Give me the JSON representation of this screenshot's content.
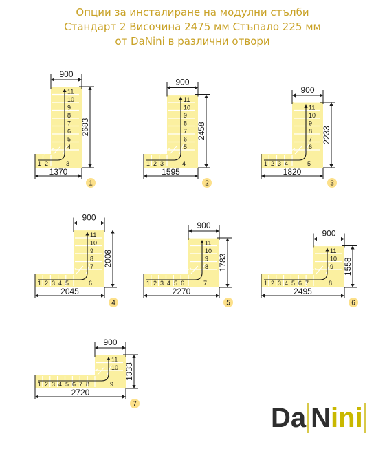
{
  "title": {
    "line1": "Опции за инсталиране на модулни стълби",
    "line2": "Стандарт 2 Височина 2475 мм Стъпало 225 мм",
    "line3": "от DaNini в различни отвори"
  },
  "colors": {
    "step_fill": "#fbf0a0",
    "step_line": "#ffffff",
    "ink": "#1a1a1a",
    "title": "#c9a227",
    "badge": "#fce08a",
    "logo_dark": "#2e2e2e",
    "logo_accent": "#c9b800"
  },
  "options": [
    {
      "id": "1",
      "badge": "1",
      "width_label": "900",
      "length_label": "1370",
      "height_label": "2683",
      "bottom_steps": [
        "1",
        "2",
        "3"
      ],
      "flight_steps": [
        "4",
        "5",
        "6",
        "7",
        "8",
        "9",
        "10",
        "11"
      ]
    },
    {
      "id": "2",
      "badge": "2",
      "width_label": "900",
      "length_label": "1595",
      "height_label": "2458",
      "bottom_steps": [
        "1",
        "2",
        "3",
        "4"
      ],
      "flight_steps": [
        "5",
        "6",
        "7",
        "8",
        "9",
        "10",
        "11"
      ]
    },
    {
      "id": "3",
      "badge": "3",
      "width_label": "900",
      "length_label": "1820",
      "height_label": "2233",
      "bottom_steps": [
        "1",
        "2",
        "3",
        "4",
        "5"
      ],
      "flight_steps": [
        "6",
        "7",
        "8",
        "9",
        "10",
        "11"
      ]
    },
    {
      "id": "4",
      "badge": "4",
      "width_label": "900",
      "length_label": "2045",
      "height_label": "2008",
      "bottom_steps": [
        "1",
        "2",
        "3",
        "4",
        "5",
        "6"
      ],
      "flight_steps": [
        "7",
        "8",
        "9",
        "10",
        "11"
      ]
    },
    {
      "id": "5",
      "badge": "5",
      "width_label": "900",
      "length_label": "2270",
      "height_label": "1783",
      "bottom_steps": [
        "1",
        "2",
        "3",
        "4",
        "5",
        "6",
        "7"
      ],
      "flight_steps": [
        "8",
        "9",
        "10",
        "11"
      ]
    },
    {
      "id": "6",
      "badge": "6",
      "width_label": "900",
      "length_label": "2495",
      "height_label": "1558",
      "bottom_steps": [
        "1",
        "2",
        "3",
        "4",
        "5",
        "6",
        "7",
        "8"
      ],
      "flight_steps": [
        "9",
        "10",
        "11"
      ]
    },
    {
      "id": "7",
      "badge": "7",
      "width_label": "900",
      "length_label": "2720",
      "height_label": "1333",
      "bottom_steps": [
        "1",
        "2",
        "3",
        "4",
        "5",
        "6",
        "7",
        "8",
        "9"
      ],
      "flight_steps": [
        "10",
        "11"
      ]
    }
  ],
  "logo": {
    "part1": "Da",
    "part2": "N",
    "part3": "ini"
  }
}
